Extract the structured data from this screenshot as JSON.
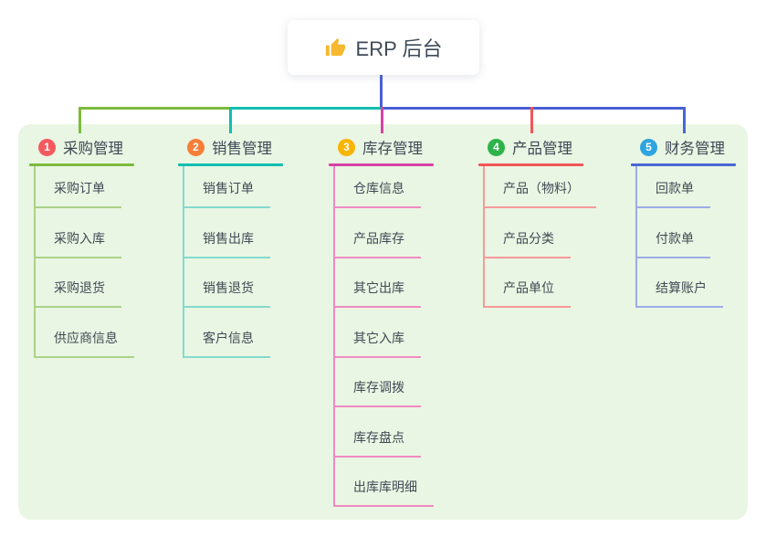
{
  "root": {
    "title": "ERP 后台",
    "icon": "thumbs-up",
    "icon_color": "#f5b82e",
    "line_color": "#4a5fd4"
  },
  "canvas": {
    "background": "#ffffff",
    "panel_color": "#e9f6e3",
    "text_color": "#3e4956"
  },
  "mindmap": {
    "branches": [
      {
        "number": "1",
        "title": "采购管理",
        "badge_color": "#f4595e",
        "line_color": "#7cba3d",
        "item_line_color": "#abd289",
        "items": [
          "采购订单",
          "采购入库",
          "采购退货",
          "供应商信息"
        ]
      },
      {
        "number": "2",
        "title": "销售管理",
        "badge_color": "#f57f37",
        "line_color": "#12beb0",
        "item_line_color": "#84d9ce",
        "items": [
          "销售订单",
          "销售出库",
          "销售退货",
          "客户信息"
        ]
      },
      {
        "number": "3",
        "title": "库存管理",
        "badge_color": "#f8b400",
        "line_color": "#d843a4",
        "item_line_color": "#ef8ac2",
        "items": [
          "仓库信息",
          "产品库存",
          "其它出库",
          "其它入库",
          "库存调拨",
          "库存盘点",
          "出库库明细"
        ]
      },
      {
        "number": "4",
        "title": "产品管理",
        "badge_color": "#2eb34a",
        "line_color": "#f2555a",
        "item_line_color": "#f6999b",
        "items": [
          "产品（物料）",
          "产品分类",
          "产品单位"
        ]
      },
      {
        "number": "5",
        "title": "财务管理",
        "badge_color": "#2ea5e0",
        "line_color": "#4a66d5",
        "item_line_color": "#9cade6",
        "items": [
          "回款单",
          "付款单",
          "结算账户"
        ]
      }
    ]
  }
}
